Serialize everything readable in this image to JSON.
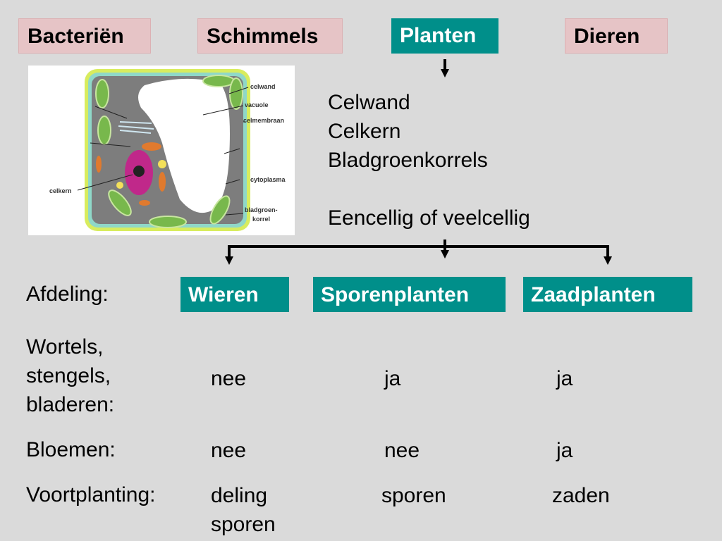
{
  "kingdoms": [
    "Bacteriën",
    "Schimmels",
    "Planten",
    "Dieren"
  ],
  "characteristics": [
    "Celwand",
    "Celkern",
    "Bladgroenkorrels"
  ],
  "cell_type": "Eencellig of veelcellig",
  "cell_labels": {
    "celwand": "celwand",
    "vacuole": "vacuole",
    "celmembraan": "celmembraan",
    "cytoplasma": "cytoplasma",
    "bladgroen_1": "bladgroen-",
    "bladgroen_2": "korrel",
    "celkern": "celkern"
  },
  "divisions": {
    "label": "Afdeling:",
    "items": [
      "Wieren",
      "Sporenplanten",
      "Zaadplanten"
    ]
  },
  "rows": {
    "roots": {
      "label": [
        "Wortels,",
        "stengels,",
        "bladeren:"
      ],
      "values": [
        "nee",
        "ja",
        "ja"
      ]
    },
    "flowers": {
      "label": "Bloemen:",
      "values": [
        "nee",
        "nee",
        "ja"
      ]
    },
    "reproduction": {
      "label": "Voortplanting:",
      "values": [
        [
          "deling",
          "sporen"
        ],
        "sporen",
        "zaden"
      ]
    }
  },
  "colors": {
    "teal": "#008f8a",
    "pink": "#e6c4c6",
    "background": "#dadada"
  }
}
